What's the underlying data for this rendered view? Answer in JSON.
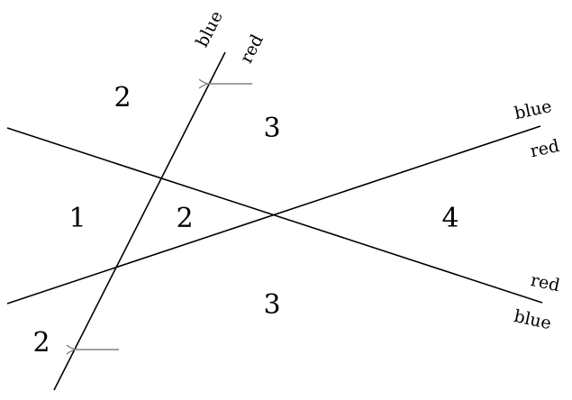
{
  "diagram": {
    "colors": {
      "line": "#000000",
      "arrow": "#808080",
      "background": "#ffffff"
    },
    "regions": [
      "2",
      "3",
      "1",
      "2",
      "4",
      "3",
      "2"
    ],
    "line_labels": {
      "steep": {
        "upper": "blue",
        "lower": "red"
      },
      "rising": {
        "upper": "blue",
        "lower": "red"
      },
      "falling": {
        "upper": "red",
        "lower": "blue"
      }
    }
  }
}
